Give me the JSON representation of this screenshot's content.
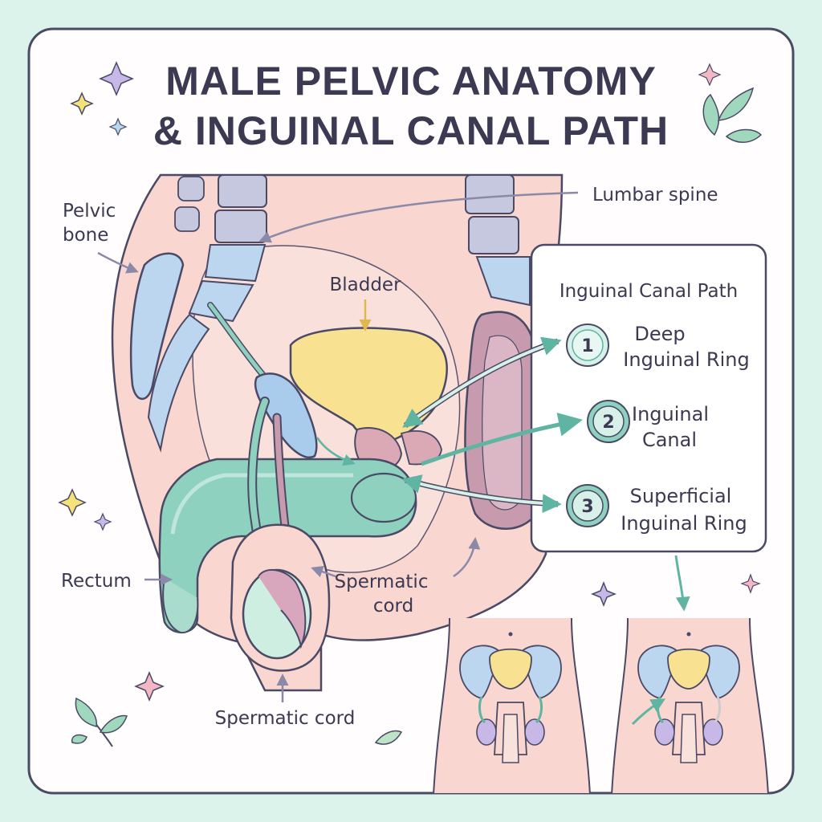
{
  "title": {
    "line1": "MALE PELVIC ANATOMY",
    "line2": "& INGUINAL CANAL PATH"
  },
  "labels": {
    "pelvic_bone_1": "Pelvic",
    "pelvic_bone_2": "bone",
    "lumbar_spine": "Lumbar spine",
    "bladder": "Bladder",
    "rectum": "Rectum",
    "spermatic_cord_mid_1": "Spermatic",
    "spermatic_cord_mid_2": "cord",
    "spermatic_cord_bottom": "Spermatic cord"
  },
  "inguinal_panel": {
    "title": "Inguinal Canal Path",
    "steps": [
      {
        "number": "1",
        "line1": "Deep",
        "line2": "Inguinal Ring"
      },
      {
        "number": "2",
        "line1": "Inguinal",
        "line2": "Canal"
      },
      {
        "number": "3",
        "line1": "Superficial",
        "line2": "Inguinal Ring"
      }
    ]
  },
  "colors": {
    "background": "#dcf3ec",
    "bone": "#bcd6f0",
    "spine": "#c5c8df",
    "bladder": "#f8e291",
    "teal_structures": "#8fd1bf",
    "skin": "#f9d6cf",
    "rectum_mauve": "#c79aae",
    "outline": "#4a4a66"
  }
}
